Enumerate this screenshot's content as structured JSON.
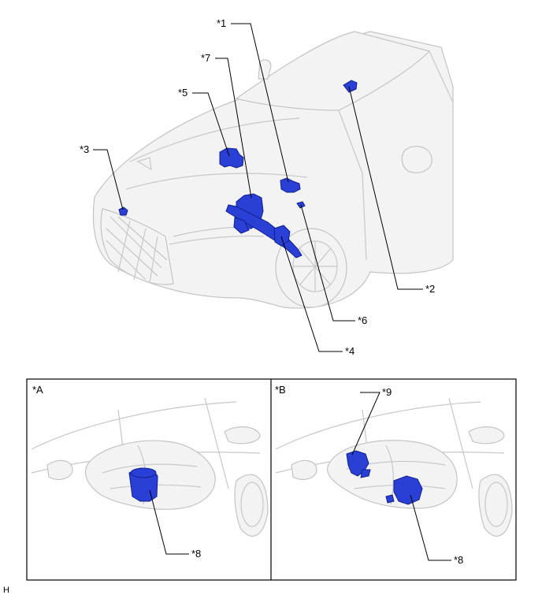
{
  "labels": {
    "c1": "*1",
    "c2": "*2",
    "c3": "*3",
    "c4": "*4",
    "c5": "*5",
    "c6": "*6",
    "c7": "*7",
    "c8a": "*8",
    "c8b": "*8",
    "c9": "*9"
  },
  "insets": {
    "a": "*A",
    "b": "*B"
  },
  "footer": "H",
  "colors": {
    "part": "#2a3fd6",
    "body": "#f3f3f3",
    "outline": "#c4c4c4"
  }
}
